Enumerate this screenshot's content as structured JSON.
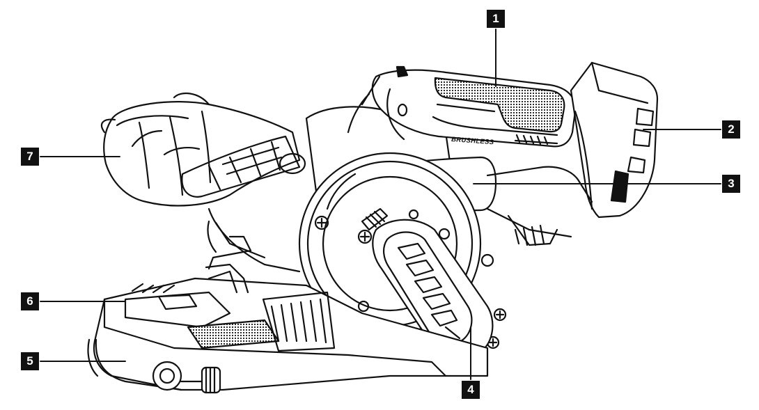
{
  "diagram": {
    "callouts": [
      {
        "id": "1",
        "label": "1"
      },
      {
        "id": "2",
        "label": "2"
      },
      {
        "id": "3",
        "label": "3"
      },
      {
        "id": "4",
        "label": "4"
      },
      {
        "id": "5",
        "label": "5"
      },
      {
        "id": "6",
        "label": "6"
      },
      {
        "id": "7",
        "label": "7"
      }
    ],
    "handle_brand_text": "BRUSHLESS"
  },
  "colors": {
    "ink": "#111111",
    "callout_bg": "#111111",
    "callout_text": "#ffffff"
  }
}
